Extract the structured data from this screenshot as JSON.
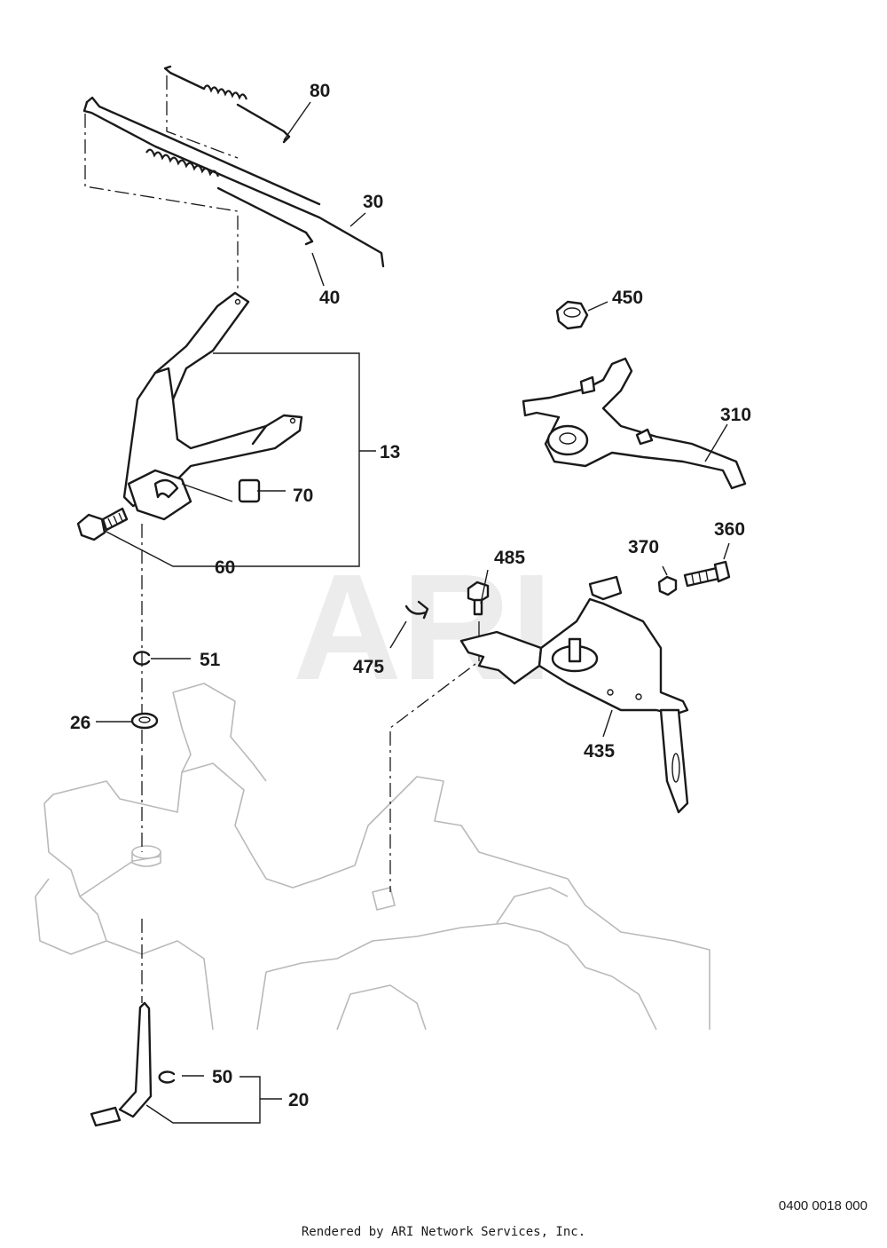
{
  "diagram": {
    "callouts": [
      {
        "id": "80",
        "label": "80"
      },
      {
        "id": "30",
        "label": "30"
      },
      {
        "id": "40",
        "label": "40"
      },
      {
        "id": "450",
        "label": "450"
      },
      {
        "id": "310",
        "label": "310"
      },
      {
        "id": "13",
        "label": "13"
      },
      {
        "id": "70",
        "label": "70"
      },
      {
        "id": "60",
        "label": "60"
      },
      {
        "id": "485",
        "label": "485"
      },
      {
        "id": "370",
        "label": "370"
      },
      {
        "id": "360",
        "label": "360"
      },
      {
        "id": "475",
        "label": "475"
      },
      {
        "id": "51",
        "label": "51"
      },
      {
        "id": "26",
        "label": "26"
      },
      {
        "id": "435",
        "label": "435"
      },
      {
        "id": "50",
        "label": "50"
      },
      {
        "id": "20",
        "label": "20"
      }
    ],
    "watermark": "ARI",
    "footer_credit": "Rendered by ARI Network Services, Inc.",
    "diagram_code": "0400 0018 000"
  }
}
